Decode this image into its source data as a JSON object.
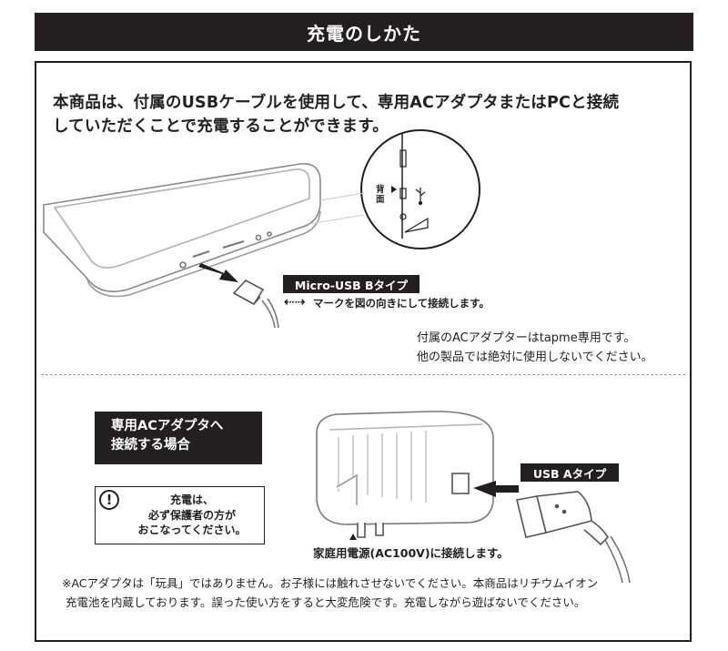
{
  "header": {
    "title": "充電のしかた"
  },
  "intro": {
    "line1": "本商品は、付属のUSBケーブルを使用して、専用ACアダプタまたはPCと接続",
    "line2": "していただくことで充電することができます。"
  },
  "usb_b": {
    "label": "Micro-USB Bタイプ",
    "symbol": "⇠⇢",
    "note": "マークを図の向きにして接続します。"
  },
  "back_label": {
    "line1": "背",
    "line2": "面"
  },
  "notice": {
    "line1": "付属のACアダプターはtapme専用です。",
    "line2": "他の製品では絶対に使用しないでください。"
  },
  "adapter_box": {
    "line1": "専用ACアダプタへ",
    "line2": "接続する場合"
  },
  "warning": {
    "icon": "!",
    "line1": "充電は、",
    "line2": "必ず保護者の方が",
    "line3": "おこなってください。"
  },
  "usb_a": {
    "label": "USB Aタイプ"
  },
  "plug_note": "家庭用電源(AC100V)に接続します。",
  "footnote": {
    "line1": "※ACアダプタは「玩具」ではありません。お子様には触れさせないでください。本商品はリチウムイオン",
    "line2": "充電池を内蔵しております。誤った使い方をすると大変危険です。充電しながら遊ばないでください。"
  }
}
